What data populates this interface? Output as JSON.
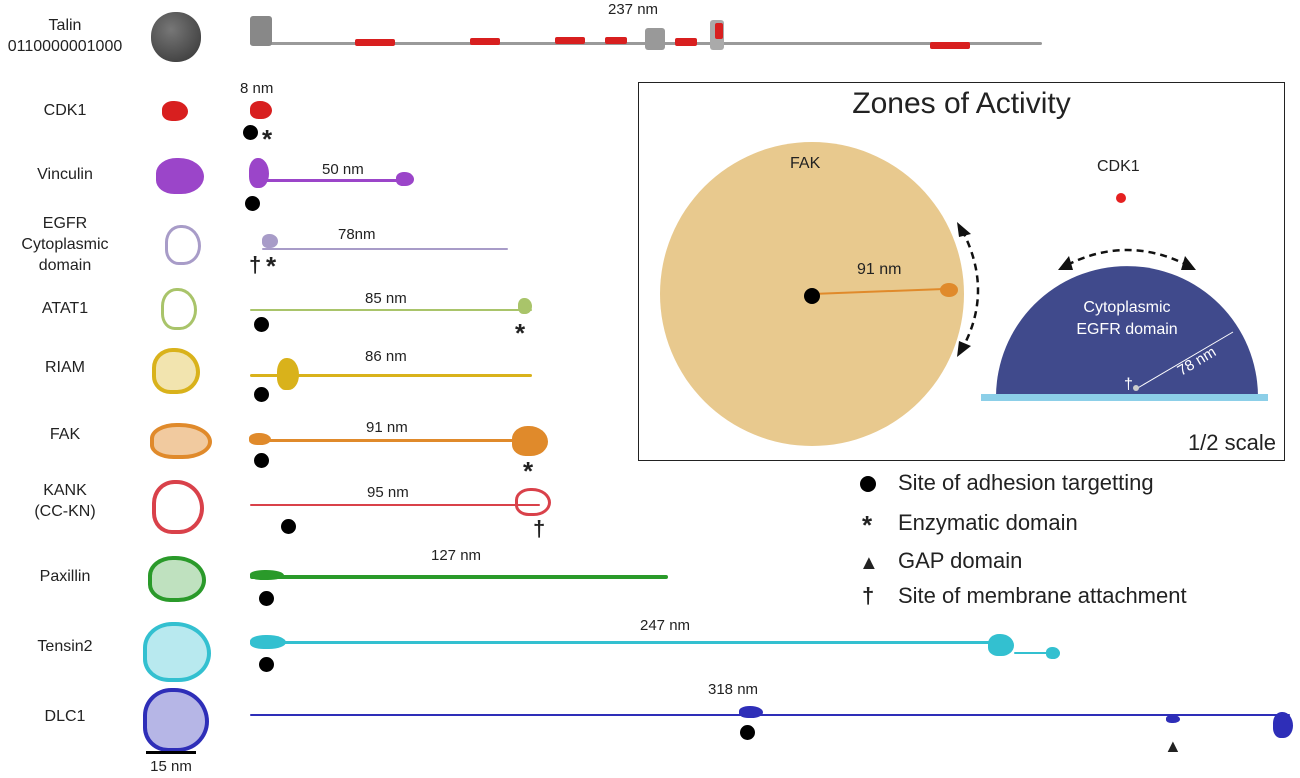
{
  "rows": [
    {
      "id": "talin",
      "name": "Talin\n0110000001000",
      "length": "237 nm"
    },
    {
      "id": "cdk1",
      "name": "CDK1",
      "length": "8 nm"
    },
    {
      "id": "vinculin",
      "name": "Vinculin",
      "length": "50 nm"
    },
    {
      "id": "egfr",
      "name": "EGFR\nCytoplasmic\ndomain",
      "length": "78nm"
    },
    {
      "id": "atat1",
      "name": "ATAT1",
      "length": "85 nm"
    },
    {
      "id": "riam",
      "name": "RIAM",
      "length": "86 nm"
    },
    {
      "id": "fak",
      "name": "FAK",
      "length": "91 nm"
    },
    {
      "id": "kank",
      "name": "KANK\n(CC-KN)",
      "length": "95 nm"
    },
    {
      "id": "paxillin",
      "name": "Paxillin",
      "length": "127 nm"
    },
    {
      "id": "tensin2",
      "name": "Tensin2",
      "length": "247 nm"
    },
    {
      "id": "dlc1",
      "name": "DLC1",
      "length": "318 nm"
    }
  ],
  "scale_bar": "15 nm",
  "zones": {
    "title": "Zones of Activity",
    "fak_label": "FAK",
    "fak_length": "91 nm",
    "cdk1_label": "CDK1",
    "egfr_label": "Cytoplasmic\nEGFR domain",
    "egfr_length": "78 nm",
    "scale": "1/2 scale"
  },
  "legend": [
    {
      "symbol": "circle",
      "text": "Site of adhesion targetting"
    },
    {
      "symbol": "*",
      "text": "Enzymatic domain"
    },
    {
      "symbol": "▲",
      "text": "GAP domain"
    },
    {
      "symbol": "†",
      "text": "Site of membrane attachment"
    }
  ],
  "colors": {
    "talin": "#9a9a9a",
    "cdk1": "#d81f1f",
    "vinculin": "#9b45c9",
    "egfr": "#a89cc8",
    "atat1": "#a9c46a",
    "riam": "#d9b21b",
    "fak": "#e08a2b",
    "kank": "#d9414a",
    "paxillin": "#2a9a2a",
    "tensin2": "#33c0d0",
    "dlc1": "#2e2eb8",
    "fak_zone": "#e8c98e",
    "egfr_zone": "#404a8c",
    "membrane": "#8ccfe8"
  }
}
